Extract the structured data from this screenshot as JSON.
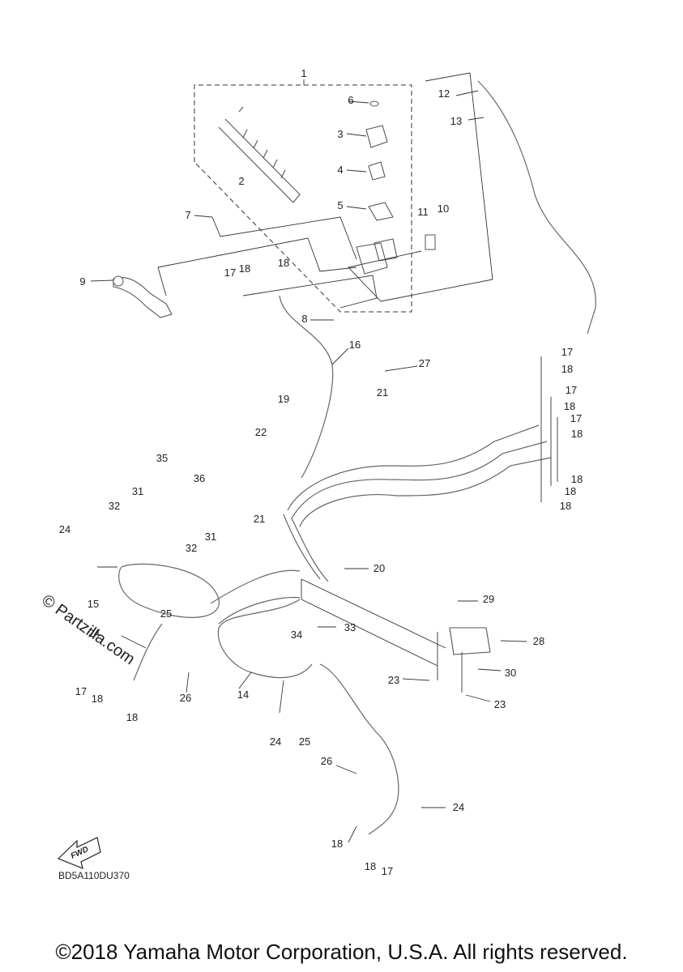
{
  "diagram": {
    "part_labels": [
      "1",
      "2",
      "3",
      "4",
      "5",
      "6",
      "7",
      "8",
      "9",
      "10",
      "11",
      "12",
      "13",
      "14",
      "15",
      "16",
      "17",
      "18",
      "19",
      "20",
      "21",
      "22",
      "23",
      "24",
      "25",
      "26",
      "27",
      "28",
      "29",
      "30",
      "31",
      "32",
      "33",
      "34",
      "35",
      "36"
    ],
    "diagram_code": "BD5A110DU370",
    "fwd_label": "FWD",
    "watermark": "© Partzilla.com",
    "copyright": "©2018 Yamaha Motor Corporation, U.S.A. All rights reserved."
  }
}
